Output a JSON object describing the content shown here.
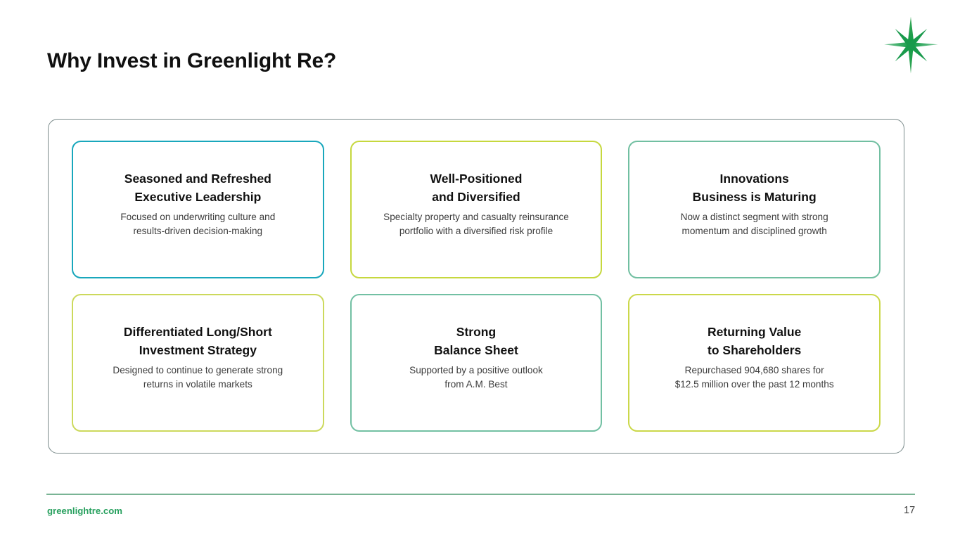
{
  "slide": {
    "title": "Why Invest in Greenlight Re?",
    "logo_icon": "green-star-burst-logo"
  },
  "cards": [
    {
      "title": "Seasoned and Refreshed\nExecutive Leadership",
      "desc": "Focused on underwriting culture and\nresults-driven decision-making",
      "accent": "#19a7bc",
      "name": "card-executive-leadership"
    },
    {
      "title": "Well-Positioned\nand Diversified",
      "desc": "Specialty property and casualty reinsurance\nportfolio with a diversified risk profile",
      "accent": "#c6d83e",
      "name": "card-well-positioned"
    },
    {
      "title": "Innovations\nBusiness is Maturing",
      "desc": "Now a distinct segment with strong\nmomentum and disciplined growth",
      "accent": "#71bfa1",
      "name": "card-innovations"
    },
    {
      "title": "Differentiated Long/Short\nInvestment Strategy",
      "desc": "Designed to continue to generate strong\nreturns in volatile markets",
      "accent": "#ccd95c",
      "name": "card-investment-strategy"
    },
    {
      "title": "Strong\nBalance Sheet",
      "desc": "Supported by a positive outlook\nfrom A.M. Best",
      "accent": "#72c0a3",
      "name": "card-balance-sheet"
    },
    {
      "title": "Returning Value\nto Shareholders",
      "desc": "Repurchased 904,680 shares for\n$12.5 million over the past 12 months",
      "accent": "#cbd84a",
      "name": "card-returning-value"
    }
  ],
  "footer": {
    "website": "greenlightre.com",
    "page_number": "17",
    "rule_color": "#79b494",
    "website_color": "#27a05e"
  }
}
